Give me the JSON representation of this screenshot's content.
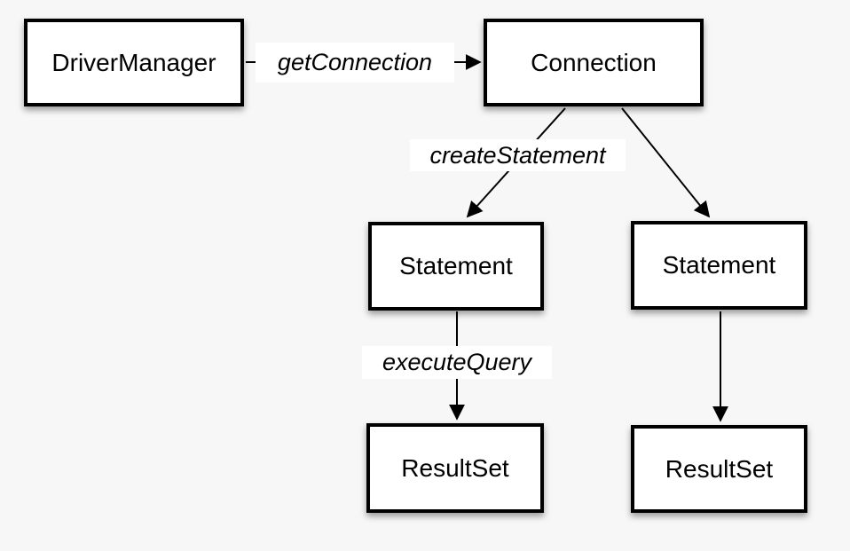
{
  "diagram": {
    "colors": {
      "background": "#f7f7f7",
      "node_fill": "#ffffff",
      "node_border": "#000000",
      "edge_stroke": "#000000",
      "edge_label_background": "#ffffff",
      "text": "#000000"
    },
    "nodes": [
      {
        "id": "driver-manager",
        "label": "DriverManager"
      },
      {
        "id": "connection",
        "label": "Connection"
      },
      {
        "id": "statement-left",
        "label": "Statement"
      },
      {
        "id": "statement-right",
        "label": "Statement"
      },
      {
        "id": "resultset-left",
        "label": "ResultSet"
      },
      {
        "id": "resultset-right",
        "label": "ResultSet"
      }
    ],
    "edges": [
      {
        "id": "driver-manager-to-connection",
        "from": "driver-manager",
        "to": "connection",
        "label": "getConnection"
      },
      {
        "id": "connection-to-statement-left",
        "from": "connection",
        "to": "statement-left",
        "label": "createStatement"
      },
      {
        "id": "connection-to-statement-right",
        "from": "connection",
        "to": "statement-right",
        "label": ""
      },
      {
        "id": "statement-left-to-resultset-left",
        "from": "statement-left",
        "to": "resultset-left",
        "label": "executeQuery"
      },
      {
        "id": "statement-right-to-resultset-right",
        "from": "statement-right",
        "to": "resultset-right",
        "label": ""
      }
    ]
  }
}
